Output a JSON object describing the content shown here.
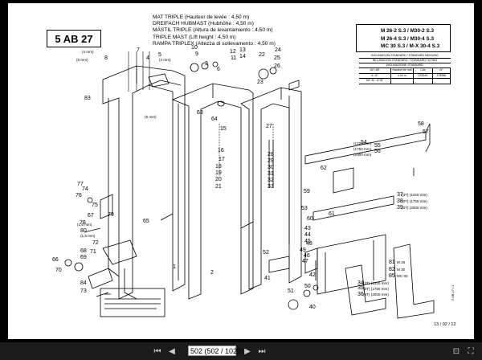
{
  "document": {
    "code": "5 AB 27",
    "titles": [
      "MAT TRIPLE (Hauteur de levée : 4,50 m)",
      "DREIFACH HUBMAST (Hubhöhe : 4,50 m)",
      "MÁSTIL TRIPLE (Altura de levantamiento : 4,50 m)",
      "TRIPLE MAST (Lift height : 4,50 m)",
      "RAMPA TRIPLEX (Altezza di sollevamento : 4,50 m)"
    ],
    "models": [
      "M 26-2 S.3 / M30-2 S.3",
      "M 26-4 S.3 / M30-4 S.3",
      "MC 30 S.3 / M-X 30-4 S.3"
    ],
    "spec_table": {
      "rows": [
        "INCLINAISON STANDARD / STANDARD NEIGUNG",
        "INCLINACIÓN STANDARD / STANDARD TILTING",
        "INCLINAZIONE STANDARD"
      ],
      "header": [
        "AV / AR",
        "Hauteur de mât",
        "Cde",
        "N°"
      ],
      "cells": [
        [
          "6 / 8°",
          "4,50 m",
          "578183",
          "178556"
        ],
        [
          "MC 30 - 8°/8°",
          "",
          "",
          ""
        ]
      ]
    },
    "callouts": [
      "1",
      "2",
      "3",
      "4",
      "5",
      "6",
      "7",
      "8",
      "9",
      "10",
      "11",
      "12",
      "13",
      "14",
      "15",
      "16",
      "17",
      "18",
      "19",
      "20",
      "21",
      "22",
      "23",
      "24",
      "25",
      "26",
      "27",
      "28",
      "29",
      "30",
      "31",
      "32",
      "33",
      "34",
      "35",
      "36",
      "37",
      "38",
      "39",
      "40",
      "41",
      "42",
      "43",
      "44",
      "45",
      "46",
      "47",
      "48",
      "49",
      "50",
      "51",
      "52",
      "53",
      "54",
      "55",
      "56",
      "57",
      "58",
      "59",
      "60",
      "61",
      "62",
      "63",
      "64",
      "65",
      "66",
      "67",
      "68",
      "69",
      "70",
      "71",
      "72",
      "73",
      "74",
      "75",
      "76",
      "77",
      "78",
      "79",
      "80",
      "81",
      "82",
      "83",
      "84",
      "85"
    ],
    "dimension_notes": [
      "(5 mm)",
      "(4 mm)",
      "(4 mm)",
      "(5 mm)",
      "(1,5 mm)",
      "(1,5 mm)",
      "(1320 mm)",
      "(1750 mm)",
      "(2000 mm)"
    ],
    "lift_notes": [
      "(3T) (1320 mm)",
      "(3T) (1750 mm)",
      "(3T) (2000 mm)",
      "(3T) (1320 mm)",
      "(3T) (1750 mm)",
      "(3T) (2000 mm)"
    ],
    "model_notes": [
      "M 26",
      "M 30",
      "MC 30"
    ],
    "date": "13 / 02 / 12",
    "side_note": "5 AB 27 / 1"
  },
  "viewer": {
    "page_field": "502 (502 / 1029)"
  }
}
